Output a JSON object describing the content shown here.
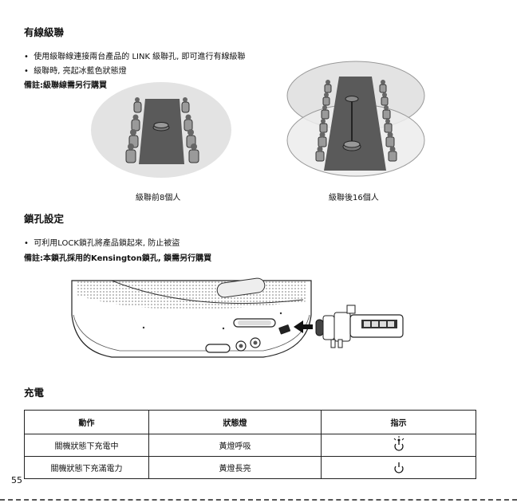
{
  "sections": {
    "cascade": {
      "title": "有線級聯",
      "bullets": [
        "使用級聯線連接兩台產品的 LINK 級聯孔, 即可進行有線級聯",
        "級聯時, 亮起冰藍色狀態燈"
      ],
      "note": "備註:級聯線需另行購買",
      "captions": [
        "級聯前8個人",
        "級聯後16個人"
      ]
    },
    "lock": {
      "title": "鎖孔設定",
      "bullets": [
        "可利用LOCK鎖孔將產品鎖起來, 防止被盜"
      ],
      "note": "備註:本鎖孔採用的Kensington鎖孔, 鎖需另行購買"
    },
    "charging": {
      "title": "充電",
      "headers": [
        "動作",
        "狀態燈",
        "指示"
      ],
      "rows": [
        {
          "action": "關機狀態下充電中",
          "light": "黃燈呼吸",
          "icon": "power-breathing-icon"
        },
        {
          "action": "關機狀態下充滿電力",
          "light": "黃燈長亮",
          "icon": "power-icon"
        }
      ]
    }
  },
  "page_number": "55"
}
